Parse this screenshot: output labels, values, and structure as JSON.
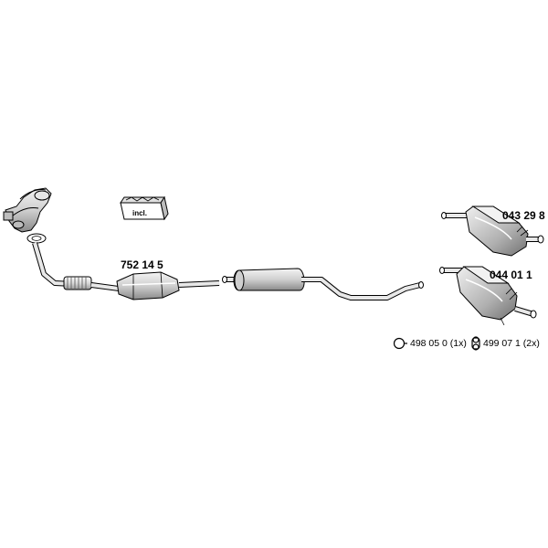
{
  "parts": {
    "catalytic_converter": {
      "number": "752 14 5"
    },
    "rear_silencer_a": {
      "number": "043 29 8"
    },
    "rear_silencer_b": {
      "number": "044 01 1"
    },
    "included_kit": {
      "label": "incl."
    }
  },
  "accessories": [
    {
      "number": "498 05 0 (1x)",
      "icon": "clamp-ring-icon"
    },
    {
      "number": "499 07 1 (2x)",
      "icon": "rubber-hanger-icon"
    }
  ],
  "colors": {
    "line": "#000000",
    "fill_light": "#e6e6e6",
    "fill_mid": "#bdbdbd",
    "fill_dark": "#8c8c8c"
  }
}
